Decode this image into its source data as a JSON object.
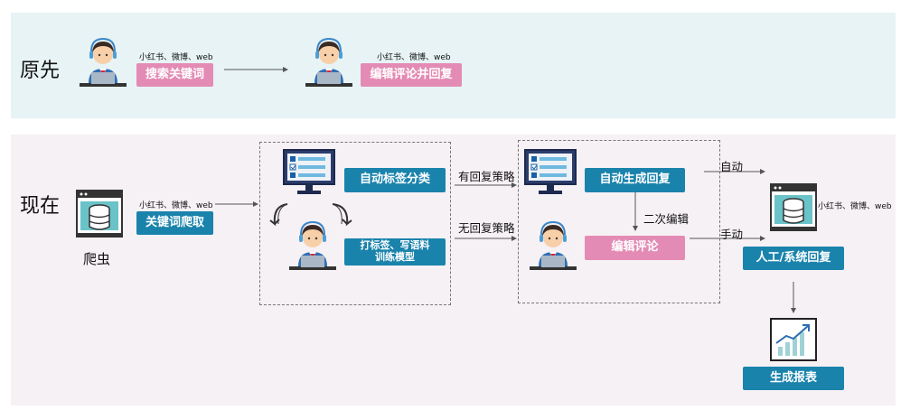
{
  "sections": {
    "before_title": "原先",
    "now_title": "现在"
  },
  "before": {
    "source_1": "小红书、微博、web",
    "search_keywords": "搜索关键词",
    "source_2": "小红书、微博、web",
    "edit_and_reply": "编辑评论并回复"
  },
  "now": {
    "crawler_caption": "爬虫",
    "source_1": "小红书、微博、web",
    "keyword_crawl": "关键词爬取",
    "auto_tag": "自动标签分类",
    "label_train_line1": "打标签、写语料",
    "label_train_line2": "训练模型",
    "has_strategy": "有回复策略",
    "no_strategy": "无回复策略",
    "auto_reply": "自动生成回复",
    "second_edit": "二次编辑",
    "edit_comment": "编辑评论",
    "auto": "自动",
    "manual": "手动",
    "source_2": "小红书、微博、web",
    "manual_system_reply": "人工/系统回复",
    "generate_report": "生成报表"
  },
  "colors": {
    "pink": "#e38bb4",
    "blue": "#1a83ac",
    "panel_top": "#e7f3f5",
    "panel_bottom": "#f6f1f5"
  }
}
